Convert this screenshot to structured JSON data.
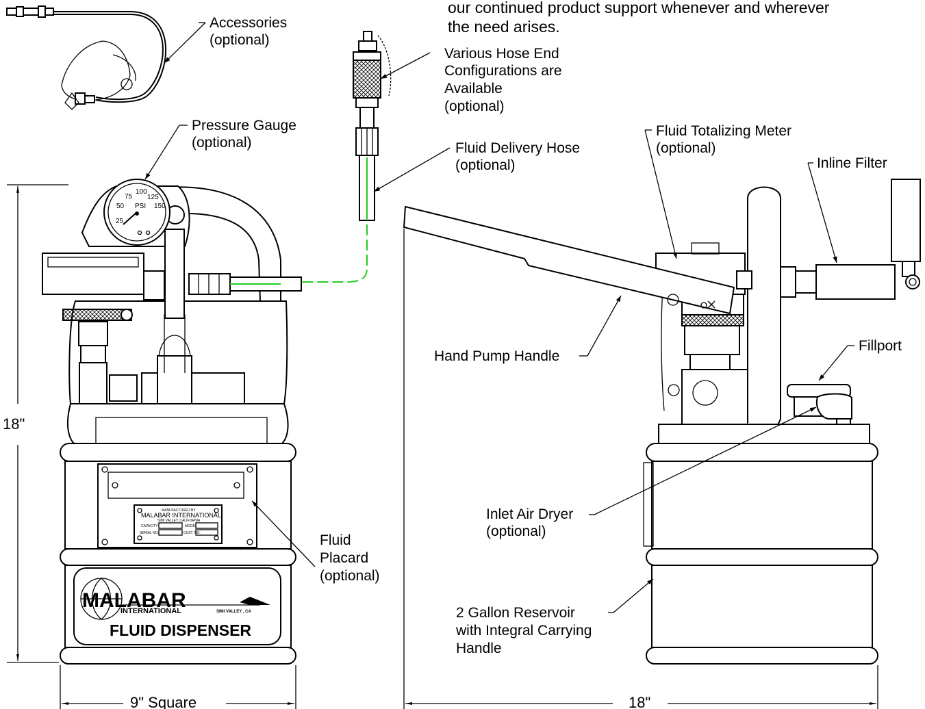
{
  "intro": {
    "line1": "our continued product support whenever and wherever",
    "line2": "the need arises."
  },
  "labels": {
    "accessories": [
      "Accessories",
      "(optional)"
    ],
    "hose_ends": [
      "Various Hose End",
      "Configurations are",
      "Available",
      "(optional)"
    ],
    "pressure_gauge": [
      "Pressure Gauge",
      "(optional)"
    ],
    "delivery_hose": [
      "Fluid Delivery Hose",
      "(optional)"
    ],
    "totalizing_meter": [
      "Fluid Totalizing Meter",
      "(optional)"
    ],
    "inline_filter": [
      "Inline Filter"
    ],
    "hand_pump_handle": [
      "Hand Pump Handle"
    ],
    "fillport": [
      "Fillport"
    ],
    "air_dryer": [
      "Inlet Air Dryer",
      "(optional)"
    ],
    "fluid_placard": [
      "Fluid",
      "Placard",
      "(optional)"
    ],
    "reservoir": [
      "2 Gallon Reservoir",
      "with Integral Carrying",
      "Handle"
    ]
  },
  "dimensions": {
    "height": "18\"",
    "width_square": "9\"  Square",
    "length": "18\""
  },
  "gauge": {
    "unit": "PSI",
    "ticks": [
      "25",
      "50",
      "75",
      "100",
      "125",
      "150"
    ]
  },
  "nameplate": {
    "manufactured_by": "MANUFACTURED  BY",
    "company": "MALABAR   INTERNATIONAL",
    "location": "SIMI   VALLEY,   CALIFORNIA",
    "capacity": "CAPACITY",
    "model": "MODEL",
    "serial": "SERIAL  NO.",
    "cust": "CUST. NO."
  },
  "brand_panel": {
    "name": "MALABAR",
    "sub": "INTERNATIONAL",
    "location": "SIMI  VALLEY ,  CA",
    "product": "FLUID  DISPENSER"
  },
  "colors": {
    "line": "#000000",
    "hose": "#22cc22"
  }
}
